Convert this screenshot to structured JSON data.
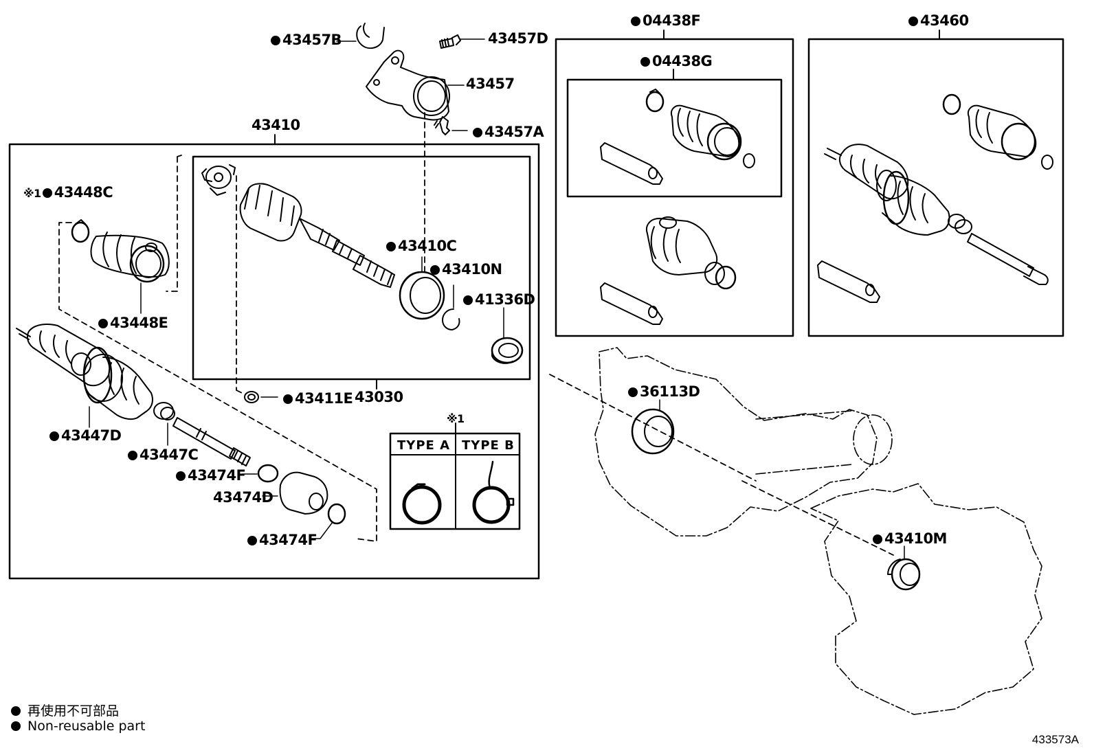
{
  "labels": {
    "b43457B": "43457B",
    "b43457D": "43457D",
    "b43457": "43457",
    "b43457A": "43457A",
    "b43410": "43410",
    "b43448C": "43448C",
    "b43448C_ref": "※1",
    "b43448E": "43448E",
    "b43410C": "43410C",
    "b43410N": "43410N",
    "b41336D": "41336D",
    "b43411E": "43411E",
    "b43030": "43030",
    "b43447D": "43447D",
    "b43447C": "43447C",
    "b43474F_1": "43474F",
    "b43474D": "43474D",
    "b43474F_2": "43474F",
    "b04438F": "04438F",
    "b04438G": "04438G",
    "b43460": "43460",
    "b36113D": "36113D",
    "b43410M": "43410M",
    "ref_mark": "※1"
  },
  "types": {
    "a": "TYPE  A",
    "b": "TYPE  B"
  },
  "legend": {
    "jp": "再使用不可部品",
    "en": "Non-reusable part"
  },
  "drawing_code": "433573A"
}
